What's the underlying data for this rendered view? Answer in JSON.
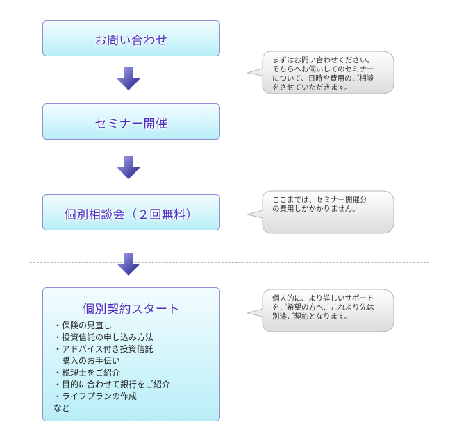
{
  "steps": {
    "inquiry": {
      "title": "お問い合わせ"
    },
    "seminar": {
      "title": "セミナー開催"
    },
    "consultation": {
      "title": "個別相談会（２回無料）"
    },
    "contract": {
      "title": "個別契約スタート",
      "services": [
        "保険の見直し",
        "投資信託の申し込み方法",
        "アドバイス付き投資信託",
        "購入のお手伝い",
        "税理士をご紹介",
        "目的に合わせて銀行をご紹介",
        "ライフプランの作成"
      ],
      "etc": "など"
    }
  },
  "notes": {
    "inquiry": "まずはお問い合わせください。\nそちらへお伺いしてのセミナー\nについて、日時や費用のご相談\nをさせていただきます。",
    "consultation": "ここまでは、セミナー開催分\nの費用しかかかりません。",
    "contract": "個人的に、より詳しいサポート\nをご希望の方へ、これより先は\n別途ご契約となります。"
  },
  "colors": {
    "box_border": "#8f8fd6",
    "box_fill_top": "#f2fcff",
    "box_fill_bottom": "#b9eef7",
    "title_text": "#4b2fc1",
    "arrow_light": "#9a9ae6",
    "arrow_dark": "#1f1f8a",
    "bubble_fill": "#eeeeee",
    "bubble_border": "#b8b8b8"
  }
}
